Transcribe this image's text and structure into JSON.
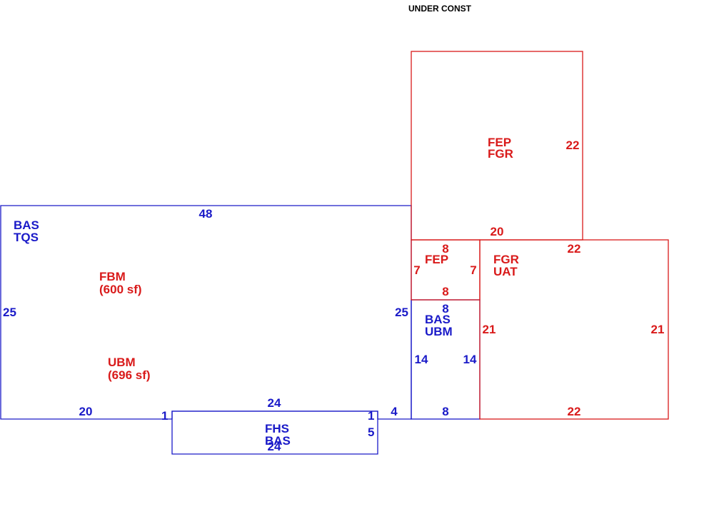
{
  "header": {
    "title": "UNDER CONST"
  },
  "colors": {
    "blue": "#1a1ac8",
    "red": "#d91a1a",
    "title": "#000000"
  },
  "areas": {
    "bas_main": {
      "line1": "BAS",
      "line2": "TQS"
    },
    "fbm": {
      "line1": "FBM",
      "line2": "(600 sf)"
    },
    "ubm": {
      "line1": "UBM",
      "line2": "(696 sf)"
    },
    "fhs": {
      "line1": "FHS",
      "line2": "BAS"
    },
    "bas_ubm": {
      "line1": "BAS",
      "line2": "UBM"
    },
    "fep_small": {
      "line1": "FEP"
    },
    "fgr_uat": {
      "line1": "FGR",
      "line2": "UAT"
    },
    "fep_fgr": {
      "line1": "FEP",
      "line2": "FGR"
    }
  },
  "dimensions": {
    "main_top": "48",
    "main_left": "25",
    "main_right": "25",
    "main_bottom": "20",
    "porch_top": "24",
    "porch_bottom": "24",
    "porch_right": "5",
    "porch_left_offset": "1",
    "porch_right_offset": "1",
    "step_bottom": "4",
    "bas_top": "8",
    "bas_left": "14",
    "bas_right": "14",
    "bas_bottom": "8",
    "fep_top": "8",
    "fep_left": "7",
    "fep_right": "7",
    "fep_bottom": "8",
    "garage_top": "22",
    "garage_left": "21",
    "garage_right": "21",
    "garage_bottom": "22",
    "upper_right": "22",
    "upper_bottom": "20"
  }
}
